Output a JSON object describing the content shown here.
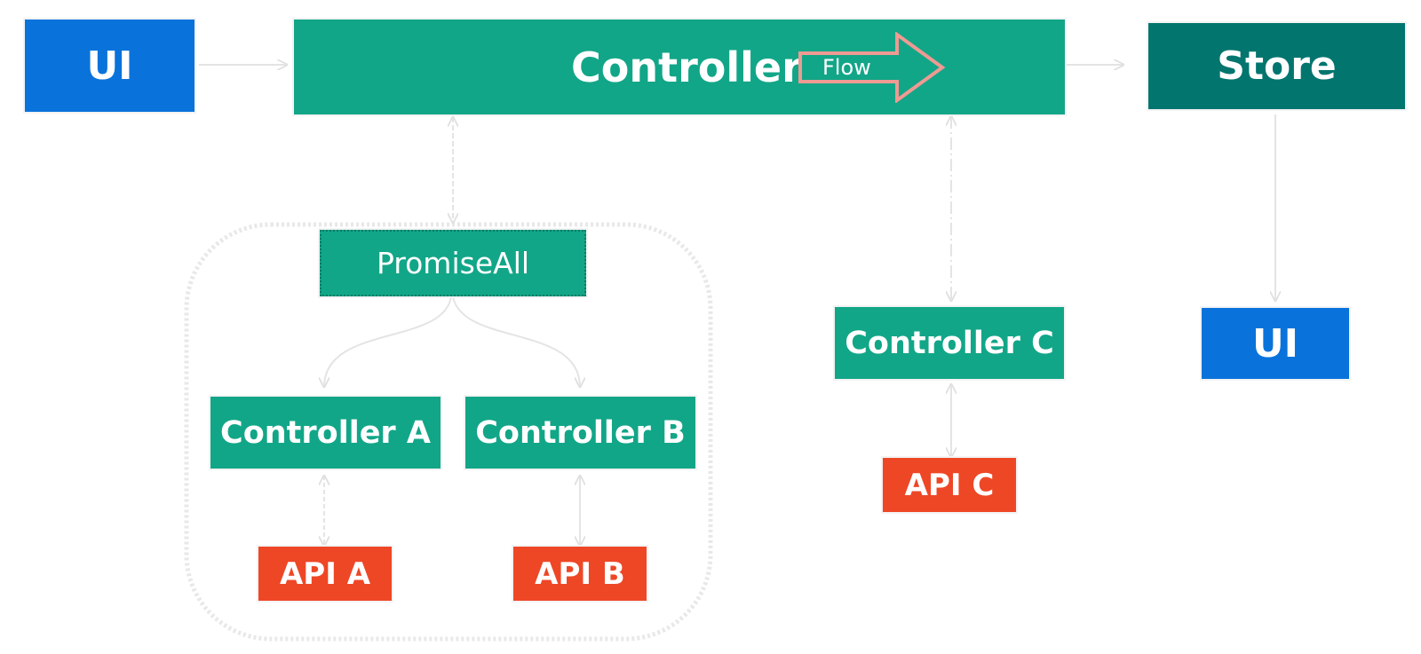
{
  "nodes": {
    "ui_top": "UI",
    "controller_main": "Controller",
    "flow": "Flow",
    "store": "Store",
    "promise_all": "PromiseAll",
    "controller_a": "Controller A",
    "controller_b": "Controller B",
    "controller_c": "Controller C",
    "ui_bottom": "UI",
    "api_a": "API A",
    "api_b": "API B",
    "api_c": "API C"
  },
  "colors": {
    "ui": "#0a73db",
    "controller": "#12a688",
    "store": "#02756e",
    "api": "#ee4726",
    "flow_arrow": "#ef9a93",
    "connector": "#e4e4e4",
    "group_border": "#e8e8e8"
  }
}
